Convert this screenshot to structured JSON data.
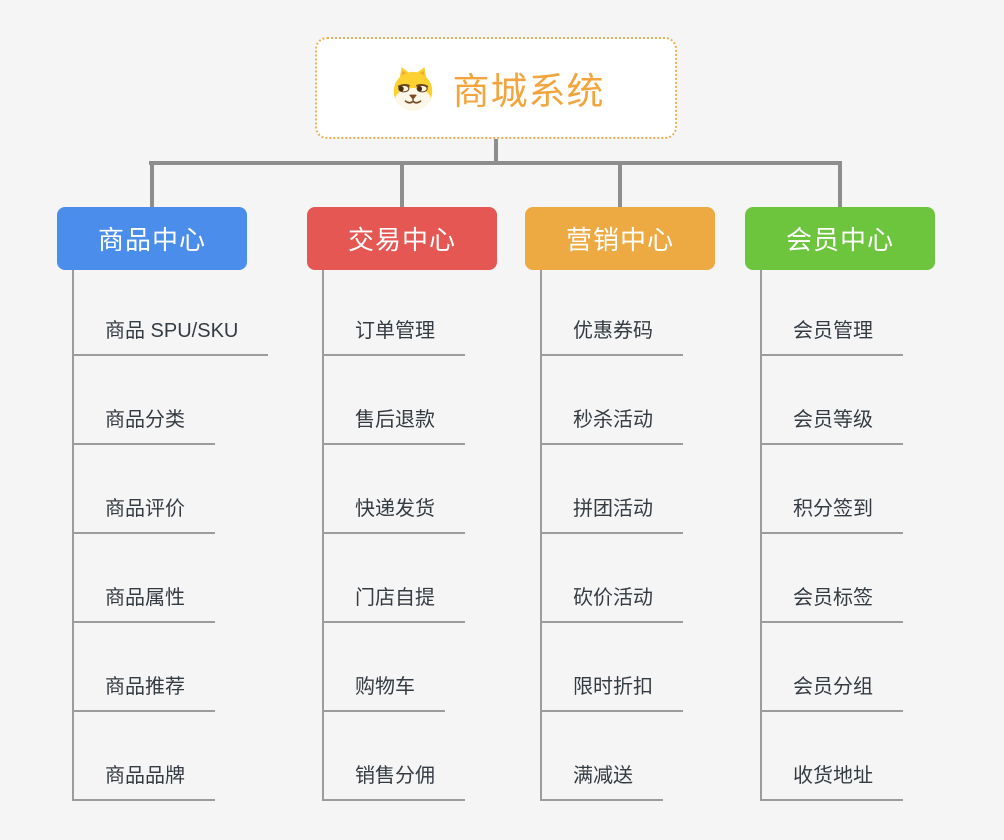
{
  "root": {
    "title": "商城系统",
    "icon": "dog-face-icon",
    "border_color": "#f0ae52",
    "title_color": "#f3a43c"
  },
  "connector_color": "#8e8e8e",
  "branch_line_color": "#9c9c9c",
  "background_color": "#f5f5f6",
  "branches": [
    {
      "label": "商品中心",
      "color": "#4a8deb",
      "children": [
        "商品 SPU/SKU",
        "商品分类",
        "商品评价",
        "商品属性",
        "商品推荐",
        "商品品牌"
      ]
    },
    {
      "label": "交易中心",
      "color": "#e55752",
      "children": [
        "订单管理",
        "售后退款",
        "快递发货",
        "门店自提",
        "购物车",
        "销售分佣"
      ]
    },
    {
      "label": "营销中心",
      "color": "#eda942",
      "children": [
        "优惠券码",
        "秒杀活动",
        "拼团活动",
        "砍价活动",
        "限时折扣",
        "满减送"
      ]
    },
    {
      "label": "会员中心",
      "color": "#6dc53d",
      "children": [
        "会员管理",
        "会员等级",
        "积分签到",
        "会员标签",
        "会员分组",
        "收货地址"
      ]
    }
  ]
}
